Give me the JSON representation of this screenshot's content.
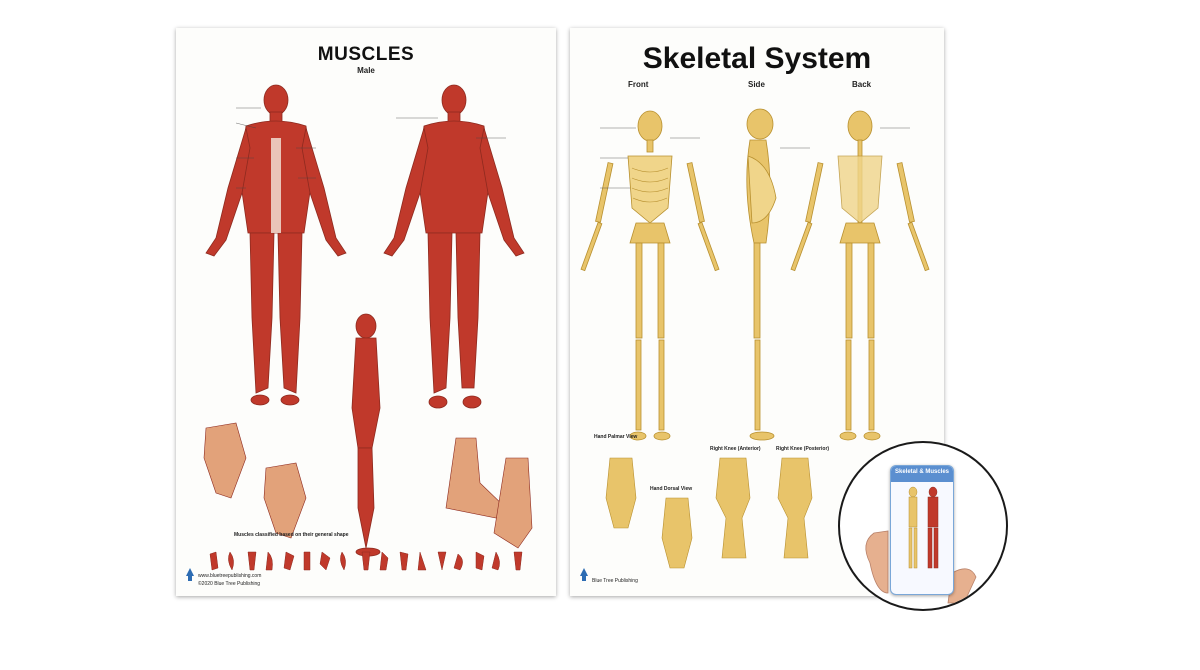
{
  "muscles_poster": {
    "title": "MUSCLES",
    "subtitle": "Male",
    "caption": "Muscles classified based on their general shape",
    "publisher_url": "www.bluetreepublishing.com",
    "copyright": "©2020 Blue Tree Publishing"
  },
  "skeletal_poster": {
    "title": "Skeletal System",
    "views": [
      "Front",
      "Side",
      "Back"
    ],
    "hand_palmar_label": "Hand Palmar View",
    "hand_dorsal_label": "Hand Dorsal View",
    "knee_anterior_label": "Right Knee (Anterior)",
    "knee_posterior_label": "Right Knee (Posterior)",
    "publisher": "Blue Tree Publishing"
  },
  "magnifier": {
    "card_title": "Skeletal & Muscles"
  },
  "colors": {
    "muscle": "#c0392b",
    "muscle_dark": "#8e2a1f",
    "bone": "#e8c46a",
    "bone_dark": "#b8902f",
    "card_accent": "#5b8fd0"
  }
}
